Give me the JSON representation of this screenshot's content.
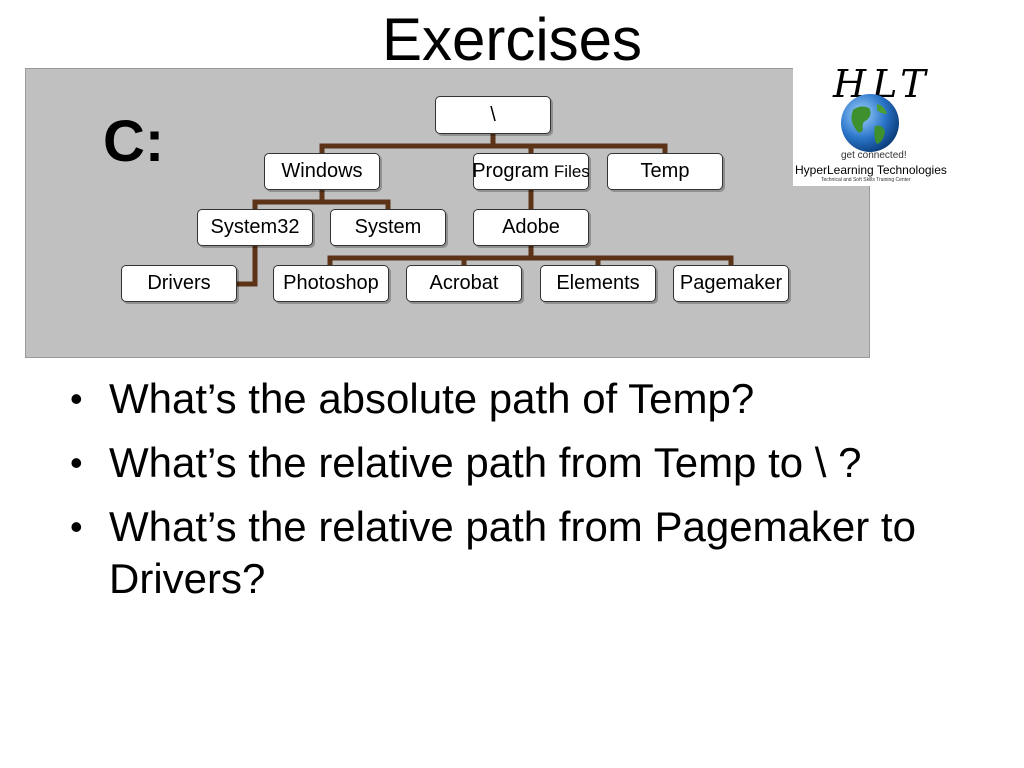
{
  "slide": {
    "title": "Exercises"
  },
  "diagram": {
    "drive_label": "C:",
    "colors": {
      "panel": "#c0c0c0",
      "connector": "#5c3317",
      "node_border": "#333333"
    },
    "nodes": {
      "root": "\\",
      "windows": "Windows",
      "program_files": {
        "main": "Program",
        "suffix": "Files"
      },
      "temp": "Temp",
      "system32": "System32",
      "system": "System",
      "adobe": "Adobe",
      "drivers": "Drivers",
      "photoshop": "Photoshop",
      "acrobat": "Acrobat",
      "elements": "Elements",
      "pagemaker": "Pagemaker"
    }
  },
  "logo": {
    "letters": "HLT",
    "tagline": "get connected!",
    "name": "HyperLearning Technologies",
    "subtitle": "Technical and Soft Skills Training Center",
    "icon": "globe-icon"
  },
  "questions": [
    "What’s the absolute path of Temp?",
    "What’s the relative path from Temp to \\ ?",
    "What’s the relative path from Pagemaker to Drivers?"
  ]
}
